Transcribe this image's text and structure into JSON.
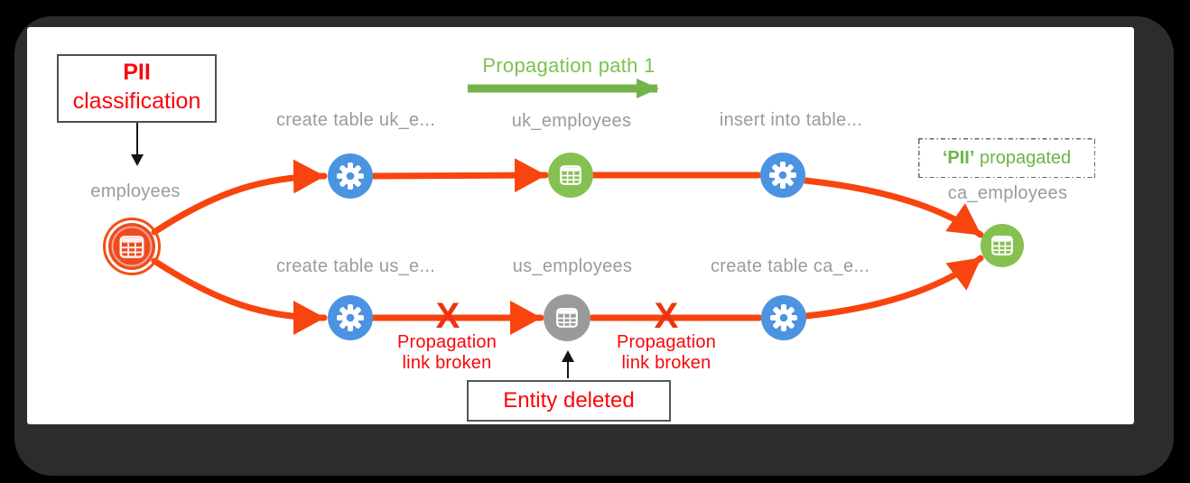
{
  "diagram": {
    "classification_note": {
      "line1": "PII",
      "line2": "classification"
    },
    "propagation_path_label": "Propagation path 1",
    "pii_propagated_note": {
      "tag": "‘PII’",
      "rest": " propagated"
    },
    "entity_deleted_label": "Entity deleted",
    "broken_links": [
      {
        "x": "X",
        "line1": "Propagation",
        "line2": "link broken"
      },
      {
        "x": "X",
        "line1": "Propagation",
        "line2": "link broken"
      }
    ],
    "nodes": [
      {
        "id": "employees",
        "label": "employees",
        "type": "table",
        "icon": "table-icon"
      },
      {
        "id": "create_table_uk",
        "label": "create table uk_e...",
        "type": "process",
        "icon": "gear-icon"
      },
      {
        "id": "uk_employees",
        "label": "uk_employees",
        "type": "table",
        "icon": "table-icon"
      },
      {
        "id": "insert_into_table",
        "label": "insert into table...",
        "type": "process",
        "icon": "gear-icon"
      },
      {
        "id": "ca_employees",
        "label": "ca_employees",
        "type": "table",
        "icon": "table-icon"
      },
      {
        "id": "create_table_us",
        "label": "create table us_e...",
        "type": "process",
        "icon": "gear-icon"
      },
      {
        "id": "us_employees",
        "label": "us_employees",
        "type": "table",
        "icon": "table-icon",
        "state": "deleted"
      },
      {
        "id": "create_table_ca",
        "label": "create table ca_e...",
        "type": "process",
        "icon": "gear-icon"
      }
    ],
    "edges": [
      {
        "from": "employees",
        "to": "create_table_uk"
      },
      {
        "from": "create_table_uk",
        "to": "uk_employees"
      },
      {
        "from": "uk_employees",
        "to": "insert_into_table"
      },
      {
        "from": "insert_into_table",
        "to": "ca_employees"
      },
      {
        "from": "employees",
        "to": "create_table_us"
      },
      {
        "from": "create_table_us",
        "to": "us_employees",
        "broken": true
      },
      {
        "from": "us_employees",
        "to": "create_table_ca",
        "broken": true
      },
      {
        "from": "create_table_ca",
        "to": "ca_employees"
      }
    ],
    "colors": {
      "edge_orange": "#f8440e",
      "source_node_orange": "#ee4b21",
      "process_node_blue": "#4c93e1",
      "table_node_green": "#86c051",
      "deleted_node_gray": "#9a9a9a",
      "label_gray": "#9b9b9b",
      "annotation_red": "#f8070a",
      "path_label_green": "#7cc24e",
      "path_arrow_green": "#74b34a",
      "propagated_text_green": "#6cb44a"
    }
  }
}
